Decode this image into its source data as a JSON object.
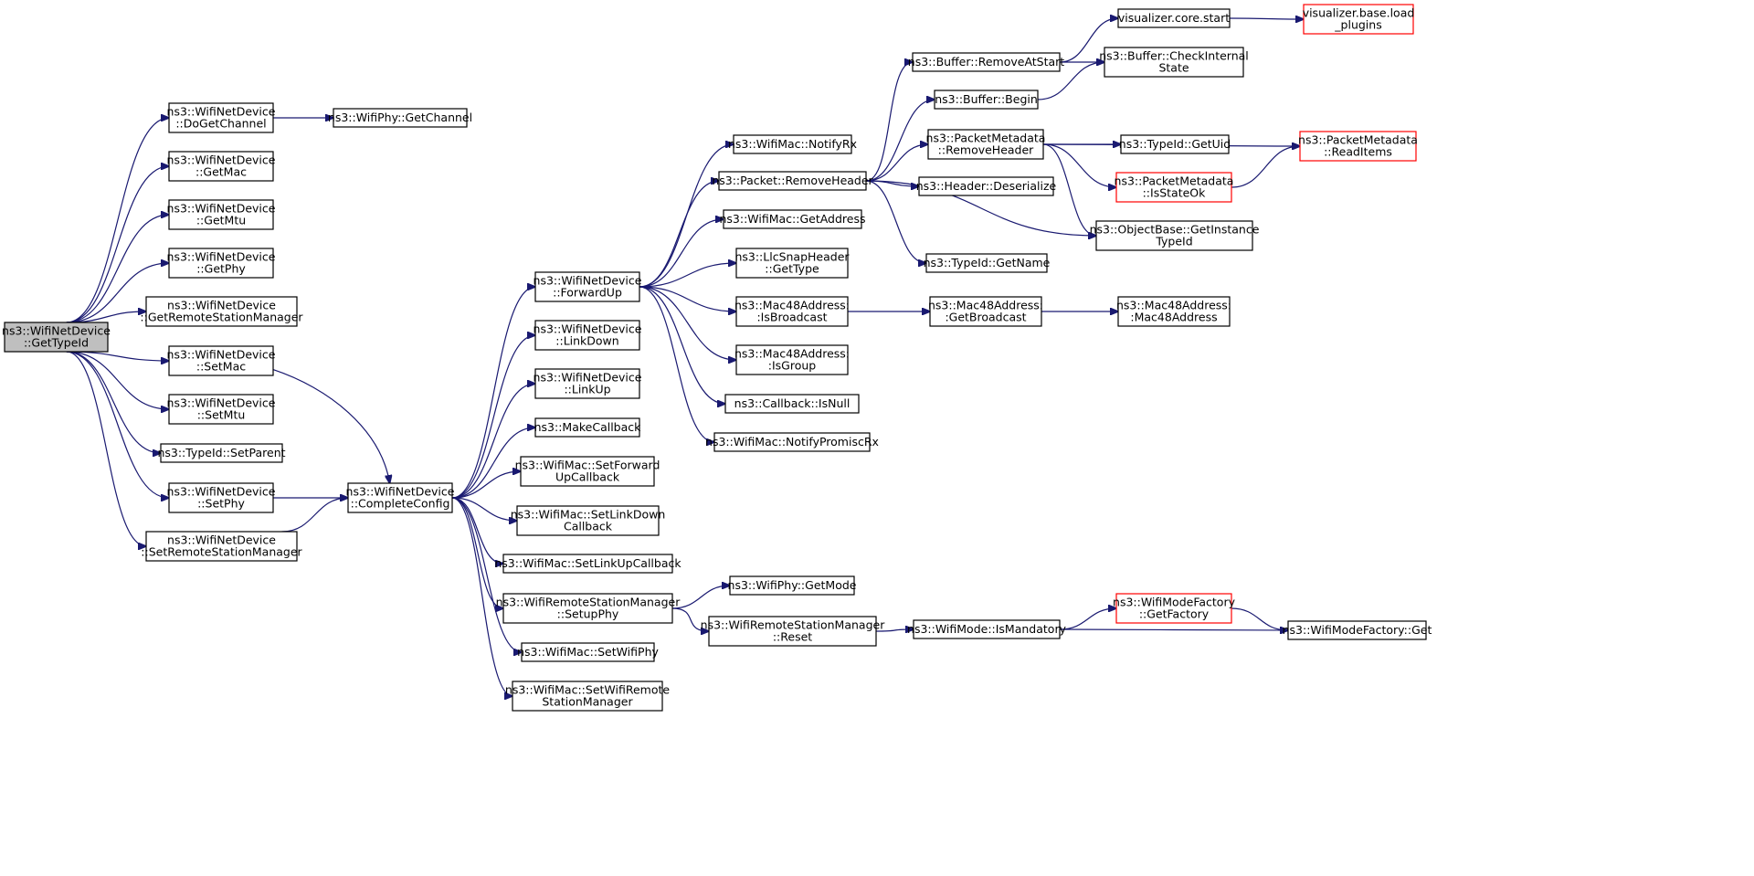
{
  "diagram": {
    "nodes": [
      {
        "id": "getTypeId",
        "lines": [
          "ns3::WifiNetDevice",
          "::GetTypeId"
        ],
        "root": true
      },
      {
        "id": "doGetChannel",
        "lines": [
          "ns3::WifiNetDevice",
          "::DoGetChannel"
        ]
      },
      {
        "id": "wifiPhyGetChannel",
        "lines": [
          "ns3::WifiPhy::GetChannel"
        ]
      },
      {
        "id": "getMac",
        "lines": [
          "ns3::WifiNetDevice",
          "::GetMac"
        ]
      },
      {
        "id": "getMtu",
        "lines": [
          "ns3::WifiNetDevice",
          "::GetMtu"
        ]
      },
      {
        "id": "getPhy",
        "lines": [
          "ns3::WifiNetDevice",
          "::GetPhy"
        ]
      },
      {
        "id": "getRsm",
        "lines": [
          "ns3::WifiNetDevice",
          "::GetRemoteStationManager"
        ]
      },
      {
        "id": "setMac",
        "lines": [
          "ns3::WifiNetDevice",
          "::SetMac"
        ]
      },
      {
        "id": "setMtu",
        "lines": [
          "ns3::WifiNetDevice",
          "::SetMtu"
        ]
      },
      {
        "id": "setParent",
        "lines": [
          "ns3::TypeId::SetParent"
        ]
      },
      {
        "id": "setPhy",
        "lines": [
          "ns3::WifiNetDevice",
          "::SetPhy"
        ]
      },
      {
        "id": "setRsm",
        "lines": [
          "ns3::WifiNetDevice",
          "::SetRemoteStationManager"
        ]
      },
      {
        "id": "completeConfig",
        "lines": [
          "ns3::WifiNetDevice",
          "::CompleteConfig"
        ]
      },
      {
        "id": "forwardUp",
        "lines": [
          "ns3::WifiNetDevice",
          "::ForwardUp"
        ]
      },
      {
        "id": "linkDown",
        "lines": [
          "ns3::WifiNetDevice",
          "::LinkDown"
        ]
      },
      {
        "id": "linkUp",
        "lines": [
          "ns3::WifiNetDevice",
          "::LinkUp"
        ]
      },
      {
        "id": "makeCallback",
        "lines": [
          "ns3::MakeCallback"
        ]
      },
      {
        "id": "setForwardUpCb",
        "lines": [
          "ns3::WifiMac::SetForward",
          "UpCallback"
        ]
      },
      {
        "id": "setLinkDownCb",
        "lines": [
          "ns3::WifiMac::SetLinkDown",
          "Callback"
        ]
      },
      {
        "id": "setLinkUpCb",
        "lines": [
          "ns3::WifiMac::SetLinkUpCallback"
        ]
      },
      {
        "id": "setupPhy",
        "lines": [
          "ns3::WifiRemoteStationManager",
          "::SetupPhy"
        ]
      },
      {
        "id": "setWifiPhy",
        "lines": [
          "ns3::WifiMac::SetWifiPhy"
        ]
      },
      {
        "id": "setWifiRsm",
        "lines": [
          "ns3::WifiMac::SetWifiRemote",
          "StationManager"
        ]
      },
      {
        "id": "notifyRx",
        "lines": [
          "ns3::WifiMac::NotifyRx"
        ]
      },
      {
        "id": "removeHeader",
        "lines": [
          "ns3::Packet::RemoveHeader"
        ]
      },
      {
        "id": "getAddress",
        "lines": [
          "ns3::WifiMac::GetAddress"
        ]
      },
      {
        "id": "llcGetType",
        "lines": [
          "ns3::LlcSnapHeader",
          "::GetType"
        ]
      },
      {
        "id": "isBroadcast",
        "lines": [
          "ns3::Mac48Address:",
          ":IsBroadcast"
        ]
      },
      {
        "id": "isGroup",
        "lines": [
          "ns3::Mac48Address:",
          ":IsGroup"
        ]
      },
      {
        "id": "isNull",
        "lines": [
          "ns3::Callback::IsNull"
        ]
      },
      {
        "id": "notifyPromiscRx",
        "lines": [
          "ns3::WifiMac::NotifyPromiscRx"
        ]
      },
      {
        "id": "getMode",
        "lines": [
          "ns3::WifiPhy::GetMode"
        ]
      },
      {
        "id": "rsmReset",
        "lines": [
          "ns3::WifiRemoteStationManager",
          "::Reset"
        ]
      },
      {
        "id": "bufRemoveAtStart",
        "lines": [
          "ns3::Buffer::RemoveAtStart"
        ]
      },
      {
        "id": "bufBegin",
        "lines": [
          "ns3::Buffer::Begin"
        ]
      },
      {
        "id": "pmRemoveHeader",
        "lines": [
          "ns3::PacketMetadata",
          "::RemoveHeader"
        ]
      },
      {
        "id": "headerDeserialize",
        "lines": [
          "ns3::Header::Deserialize"
        ]
      },
      {
        "id": "typeIdGetName",
        "lines": [
          "ns3::TypeId::GetName"
        ]
      },
      {
        "id": "getBroadcast",
        "lines": [
          "ns3::Mac48Address:",
          ":GetBroadcast"
        ]
      },
      {
        "id": "isMandatory",
        "lines": [
          "ns3::WifiMode::IsMandatory"
        ]
      },
      {
        "id": "vizCoreStart",
        "lines": [
          "visualizer.core.start"
        ]
      },
      {
        "id": "bufCheckInternal",
        "lines": [
          "ns3::Buffer::CheckInternal",
          "State"
        ]
      },
      {
        "id": "typeIdGetUid",
        "lines": [
          "ns3::TypeId::GetUid"
        ]
      },
      {
        "id": "pmIsStateOk",
        "lines": [
          "ns3::PacketMetadata",
          "::IsStateOk"
        ],
        "red": true
      },
      {
        "id": "objGetInstanceTypeId",
        "lines": [
          "ns3::ObjectBase::GetInstance",
          "TypeId"
        ]
      },
      {
        "id": "mac48Ctor",
        "lines": [
          "ns3::Mac48Address:",
          ":Mac48Address"
        ]
      },
      {
        "id": "wmfGetFactory",
        "lines": [
          "ns3::WifiModeFactory",
          "::GetFactory"
        ],
        "red": true
      },
      {
        "id": "vizLoadPlugins",
        "lines": [
          "visualizer.base.load",
          "_plugins"
        ],
        "red": true
      },
      {
        "id": "pmReadItems",
        "lines": [
          "ns3::PacketMetadata",
          "::ReadItems"
        ],
        "red": true
      },
      {
        "id": "wmfGet",
        "lines": [
          "ns3::WifiModeFactory::Get"
        ]
      }
    ],
    "edges": [
      [
        "getTypeId",
        "doGetChannel"
      ],
      [
        "getTypeId",
        "getMac"
      ],
      [
        "getTypeId",
        "getMtu"
      ],
      [
        "getTypeId",
        "getPhy"
      ],
      [
        "getTypeId",
        "getRsm"
      ],
      [
        "getTypeId",
        "setMac"
      ],
      [
        "getTypeId",
        "setMtu"
      ],
      [
        "getTypeId",
        "setParent"
      ],
      [
        "getTypeId",
        "setPhy"
      ],
      [
        "getTypeId",
        "setRsm"
      ],
      [
        "doGetChannel",
        "wifiPhyGetChannel"
      ],
      [
        "setMac",
        "completeConfig"
      ],
      [
        "setPhy",
        "completeConfig"
      ],
      [
        "setRsm",
        "completeConfig"
      ],
      [
        "completeConfig",
        "forwardUp"
      ],
      [
        "completeConfig",
        "linkDown"
      ],
      [
        "completeConfig",
        "linkUp"
      ],
      [
        "completeConfig",
        "makeCallback"
      ],
      [
        "completeConfig",
        "setForwardUpCb"
      ],
      [
        "completeConfig",
        "setLinkDownCb"
      ],
      [
        "completeConfig",
        "setLinkUpCb"
      ],
      [
        "completeConfig",
        "setupPhy"
      ],
      [
        "completeConfig",
        "setWifiPhy"
      ],
      [
        "completeConfig",
        "setWifiRsm"
      ],
      [
        "forwardUp",
        "notifyRx"
      ],
      [
        "forwardUp",
        "removeHeader"
      ],
      [
        "forwardUp",
        "getAddress"
      ],
      [
        "forwardUp",
        "llcGetType"
      ],
      [
        "forwardUp",
        "isBroadcast"
      ],
      [
        "forwardUp",
        "isGroup"
      ],
      [
        "forwardUp",
        "isNull"
      ],
      [
        "forwardUp",
        "notifyPromiscRx"
      ],
      [
        "setupPhy",
        "getMode"
      ],
      [
        "setupPhy",
        "rsmReset"
      ],
      [
        "removeHeader",
        "bufRemoveAtStart"
      ],
      [
        "removeHeader",
        "bufBegin"
      ],
      [
        "removeHeader",
        "pmRemoveHeader"
      ],
      [
        "removeHeader",
        "headerDeserialize"
      ],
      [
        "removeHeader",
        "objGetInstanceTypeId"
      ],
      [
        "removeHeader",
        "typeIdGetName"
      ],
      [
        "isBroadcast",
        "getBroadcast"
      ],
      [
        "rsmReset",
        "isMandatory"
      ],
      [
        "bufRemoveAtStart",
        "vizCoreStart"
      ],
      [
        "bufRemoveAtStart",
        "bufCheckInternal"
      ],
      [
        "bufBegin",
        "bufCheckInternal"
      ],
      [
        "pmRemoveHeader",
        "pmReadItems"
      ],
      [
        "pmRemoveHeader",
        "typeIdGetUid"
      ],
      [
        "pmRemoveHeader",
        "pmIsStateOk"
      ],
      [
        "pmRemoveHeader",
        "objGetInstanceTypeId"
      ],
      [
        "pmIsStateOk",
        "pmReadItems"
      ],
      [
        "getBroadcast",
        "mac48Ctor"
      ],
      [
        "isMandatory",
        "wmfGetFactory"
      ],
      [
        "isMandatory",
        "wmfGet"
      ],
      [
        "wmfGetFactory",
        "wmfGet"
      ],
      [
        "vizCoreStart",
        "vizLoadPlugins"
      ]
    ]
  },
  "colors": {
    "edge": "#191970",
    "root_fill": "#bfbfbf",
    "border": "#000000",
    "truncated_border": "#ff0000"
  }
}
